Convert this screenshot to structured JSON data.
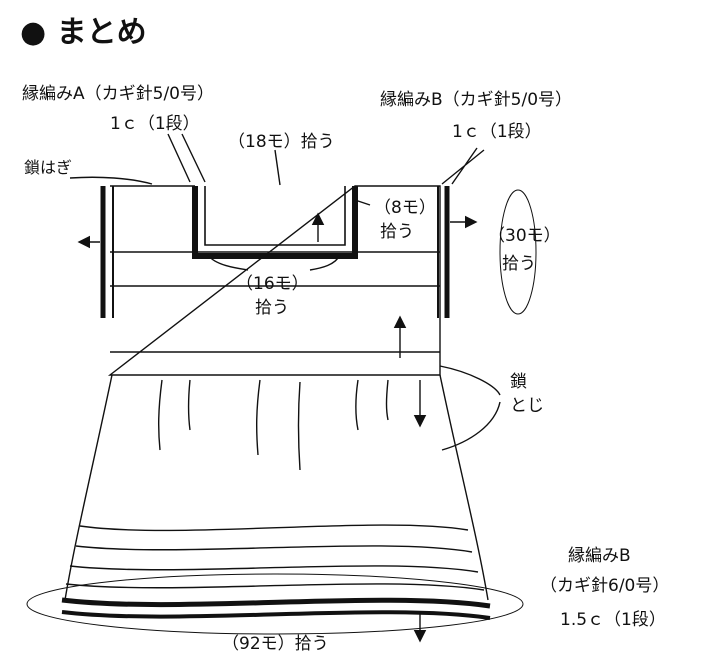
{
  "title": "● まとめ",
  "labels": {
    "edge_a": "縁編みA（カギ針5/0号）",
    "edge_a_rows": "1ｃ（1段）",
    "edge_b_top": "縁編みB（カギ針5/0号）",
    "edge_b_top_rows": "1ｃ（1段）",
    "chain_join": "鎖はぎ",
    "pick_18": "（18モ）拾う",
    "pick_8_count": "（8モ）",
    "pick_8_action": "拾う",
    "pick_30_count": "（30モ）",
    "pick_30_action": "拾う",
    "pick_16_count": "（16モ）",
    "pick_16_action": "拾う",
    "chain_close_1": "鎖",
    "chain_close_2": "とじ",
    "edge_b_hem": "縁編みB",
    "edge_b_hem_hook": "（カギ針6/0号）",
    "edge_b_hem_rows": "1.5ｃ（1段）",
    "pick_92": "（92モ）拾う"
  }
}
